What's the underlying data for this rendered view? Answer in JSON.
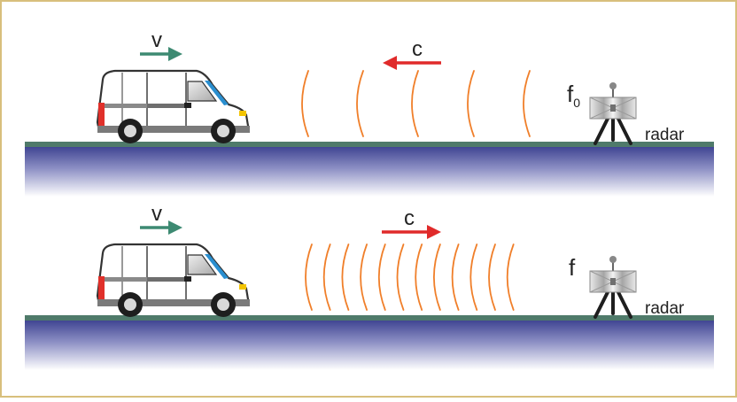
{
  "colors": {
    "frame": "#d8bf7c",
    "ground_line": "#4f7a6a",
    "road_top": "#3a3f8f",
    "road_bottom": "#ffffff",
    "wave": "#f07f2a",
    "arrow_velocity": "#3d8a72",
    "arrow_wave": "#e02a2a",
    "van_body": "#ffffff",
    "van_outline": "#333333",
    "van_stripe": "#8a8a8a",
    "windshield": "#2a8fd0",
    "tail_light": "#e0302a",
    "head_light": "#f3c400",
    "radar_body": "#bfbfbf",
    "radar_legs": "#1e1e1e"
  },
  "panels": [
    {
      "van_velocity_label": "v",
      "wave_label": "c",
      "wave_direction": "left",
      "wavefront_spacing": "sparse",
      "radar_frequency_label": "f",
      "radar_frequency_subscript": "0",
      "radar_label": "radar",
      "icons": [
        "van-icon",
        "radar-icon",
        "wavefront-icon",
        "arrow-icon"
      ]
    },
    {
      "van_velocity_label": "v",
      "wave_label": "c",
      "wave_direction": "right",
      "wavefront_spacing": "dense",
      "radar_frequency_label": "f",
      "radar_frequency_subscript": "",
      "radar_label": "radar",
      "icons": [
        "van-icon",
        "radar-icon",
        "wavefront-icon",
        "arrow-icon"
      ]
    }
  ]
}
